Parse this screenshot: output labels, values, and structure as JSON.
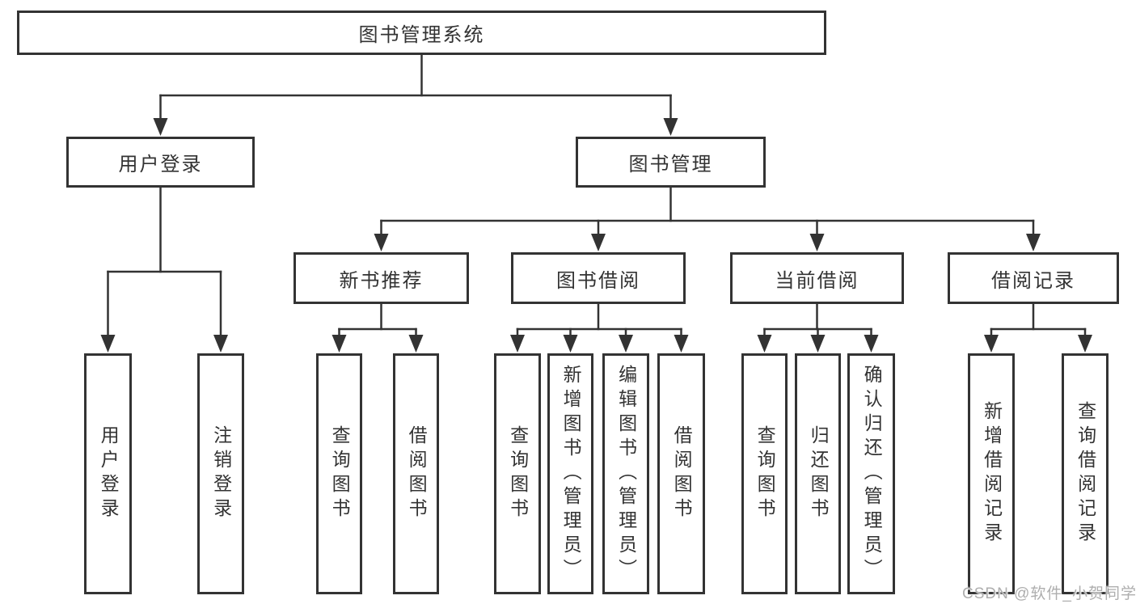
{
  "diagram_title": "图书管理系统",
  "tree": {
    "root": {
      "label": "图书管理系统",
      "children": [
        {
          "label": "用户登录",
          "children": [
            {
              "label": "用户登录"
            },
            {
              "label": "注销登录"
            }
          ]
        },
        {
          "label": "图书管理",
          "children": [
            {
              "label": "新书推荐",
              "children": [
                {
                  "label": "查询图书"
                },
                {
                  "label": "借阅图书"
                }
              ]
            },
            {
              "label": "图书借阅",
              "children": [
                {
                  "label": "查询图书"
                },
                {
                  "label": "新增图书（管理员）"
                },
                {
                  "label": "编辑图书（管理员）"
                },
                {
                  "label": "借阅图书"
                }
              ]
            },
            {
              "label": "当前借阅",
              "children": [
                {
                  "label": "查询图书"
                },
                {
                  "label": "归还图书"
                },
                {
                  "label": "确认归还（管理员）"
                }
              ]
            },
            {
              "label": "借阅记录",
              "children": [
                {
                  "label": "新增借阅记录"
                },
                {
                  "label": "查询借阅记录"
                }
              ]
            }
          ]
        }
      ]
    }
  },
  "watermark": {
    "text": "CSDN @软件_小贺同学"
  },
  "colors": {
    "line": "#333333",
    "border": "#333333",
    "text": "#333333",
    "background": "#ffffff",
    "watermark": "#aeaeae"
  }
}
